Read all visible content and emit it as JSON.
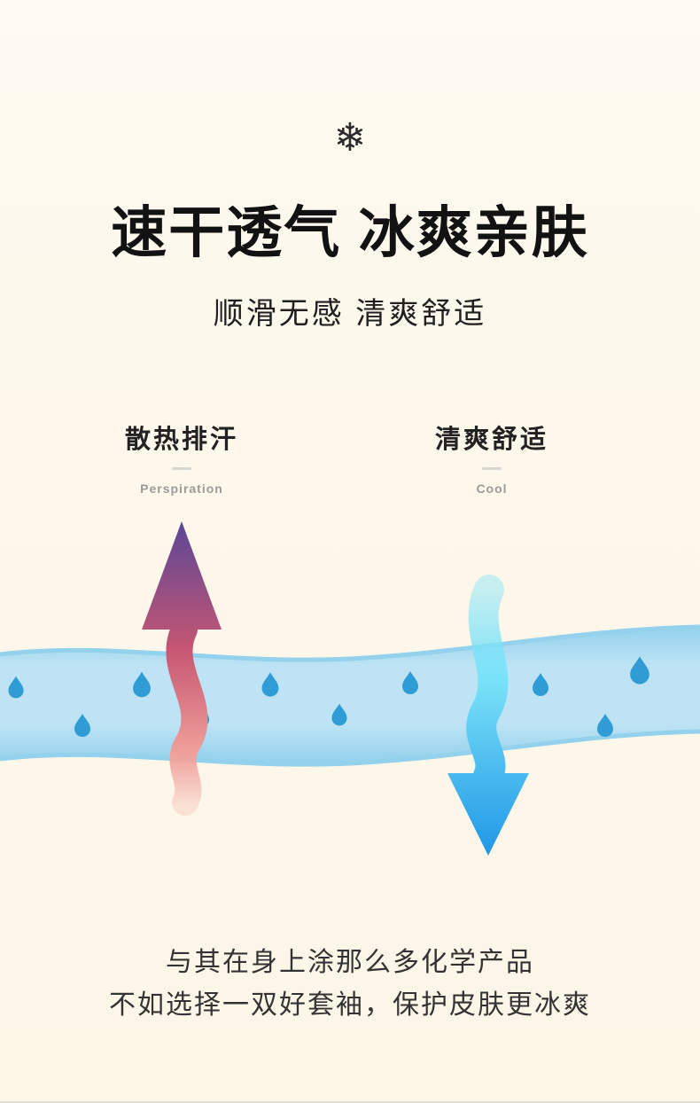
{
  "hero": {
    "snowflake_icon": "❄",
    "title": "速干透气 冰爽亲肤",
    "subtitle": "顺滑无感 清爽舒适"
  },
  "features": {
    "left": {
      "title": "散热排汗",
      "subtitle": "Perspiration"
    },
    "right": {
      "title": "清爽舒适",
      "subtitle": "Cool"
    }
  },
  "diagram_colors": {
    "fabric_band": "#bde3f4",
    "fabric_edge": "#93d1ec",
    "droplet": "#2f9cd6",
    "up_arrow_top": "#5a4796",
    "up_arrow_mid": "#c75672",
    "up_arrow_bottom": "#f0a29b",
    "down_arrow_top": "#7ae2f8",
    "down_arrow_bottom": "#1f97e6"
  },
  "footer": {
    "line1": "与其在身上涂那么多化学产品",
    "line2": "不如选择一双好套袖，保护皮肤更冰爽"
  }
}
